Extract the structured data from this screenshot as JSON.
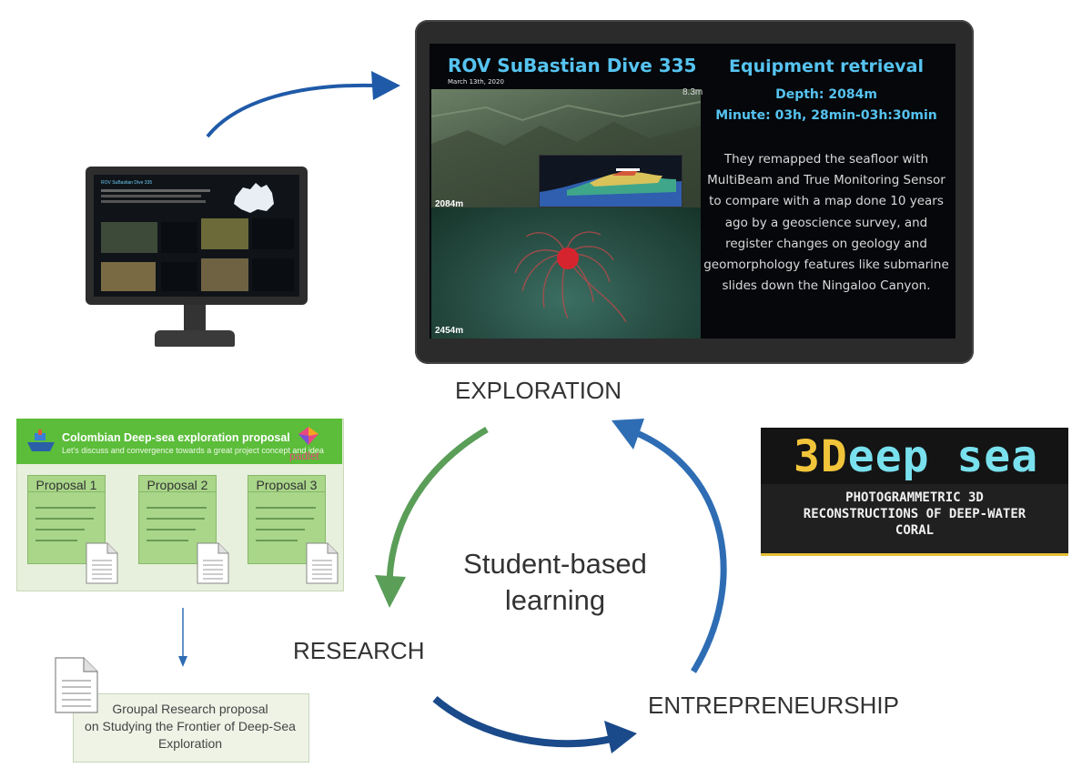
{
  "monitor": {
    "dive_title": "ROV SuBastian Dive 335",
    "dive_date": "March 13th, 2020",
    "depth_top": "8.3m",
    "depth_mid": "2084m",
    "depth_bottom": "2454m",
    "panel_title": "Equipment retrieval",
    "panel_depth": "Depth: 2084m",
    "panel_minute": "Minute: 03h, 28min-03h:30min",
    "panel_description": "They remapped the seafloor with MultiBeam and True Monitoring Sensor to compare with a map done 10 years ago by a geoscience survey, and register changes on geology and geomorphology features like submarine slides down the Ningaloo Canyon."
  },
  "small_monitor": {
    "title": "ROV SuBastian Dive 335"
  },
  "cycle": {
    "top": "EXPLORATION",
    "left": "RESEARCH",
    "right": "ENTREPRENEURSHIP",
    "center_line1": "Student-based",
    "center_line2": "learning"
  },
  "padlet": {
    "title": "Colombian Deep-sea exploration proposal",
    "subtitle": "Let's discuss and convergence towards a great project concept and idea",
    "brand": "padlet",
    "proposals": [
      "Proposal 1",
      "Proposal 2",
      "Proposal 3"
    ]
  },
  "group_proposal": {
    "line1": "Groupal Research proposal",
    "line2": "on Studying the Frontier of Deep-Sea",
    "line3": "Exploration"
  },
  "deep_sea": {
    "title_prefix": "3D",
    "title_rest": "eep sea",
    "sub1": "PHOTOGRAMMETRIC 3D",
    "sub2": "RECONSTRUCTIONS OF DEEP-WATER",
    "sub3": "CORAL"
  },
  "colors": {
    "arrow_green": "#5a9e58",
    "arrow_blue": "#2e6db4",
    "arrow_navy": "#1a4a8a",
    "padlet_green": "#5bbd3a",
    "accent_cyan": "#56c3f0",
    "accent_yellow": "#f2c43a"
  }
}
